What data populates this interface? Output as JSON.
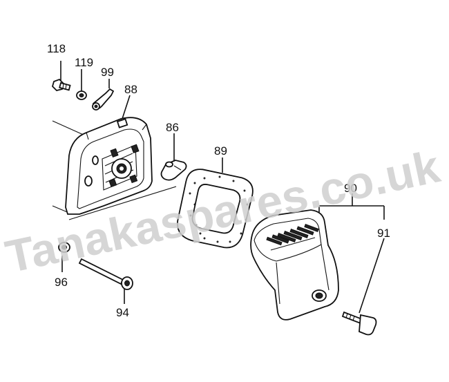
{
  "watermark": "Tanakaspares.co.uk",
  "labels": {
    "p118": "118",
    "p119": "119",
    "p99": "99",
    "p88": "88",
    "p86": "86",
    "p89": "89",
    "p90": "90",
    "p91": "91",
    "p96": "96",
    "p94": "94"
  }
}
